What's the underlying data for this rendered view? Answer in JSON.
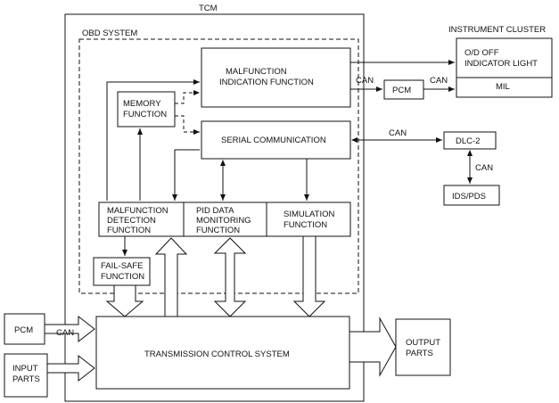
{
  "labels": {
    "tcm": "TCM",
    "obd_system": "OBD SYSTEM",
    "instrument_cluster": "INSTRUMENT CLUSTER",
    "od_off": [
      "O/D OFF",
      "INDICATOR LIGHT"
    ],
    "mil": "MIL",
    "malfunction_indication": [
      "MALFUNCTION",
      "INDICATION FUNCTION"
    ],
    "memory_function": [
      "MEMORY",
      "FUNCTION"
    ],
    "serial_communication": "SERIAL COMMUNICATION",
    "pcm_top": "PCM",
    "dlc2": "DLC-2",
    "ids_pds": "IDS/PDS",
    "can_1": "CAN",
    "can_2": "CAN",
    "can_3": "CAN",
    "can_4": "CAN",
    "can_5": "CAN",
    "malfunction_detection": [
      "MALFUNCTION",
      "DETECTION",
      "FUNCTION"
    ],
    "pid_data": [
      "PID DATA",
      "MONITORING",
      "FUNCTION"
    ],
    "simulation": [
      "SIMULATION",
      "FUNCTION"
    ],
    "fail_safe": [
      "FAIL-SAFE",
      "FUNCTION"
    ],
    "pcm_bottom": "PCM",
    "input_parts": [
      "INPUT",
      "PARTS"
    ],
    "transmission_control": "TRANSMISSION CONTROL SYSTEM",
    "output_parts": [
      "OUTPUT",
      "PARTS"
    ]
  }
}
